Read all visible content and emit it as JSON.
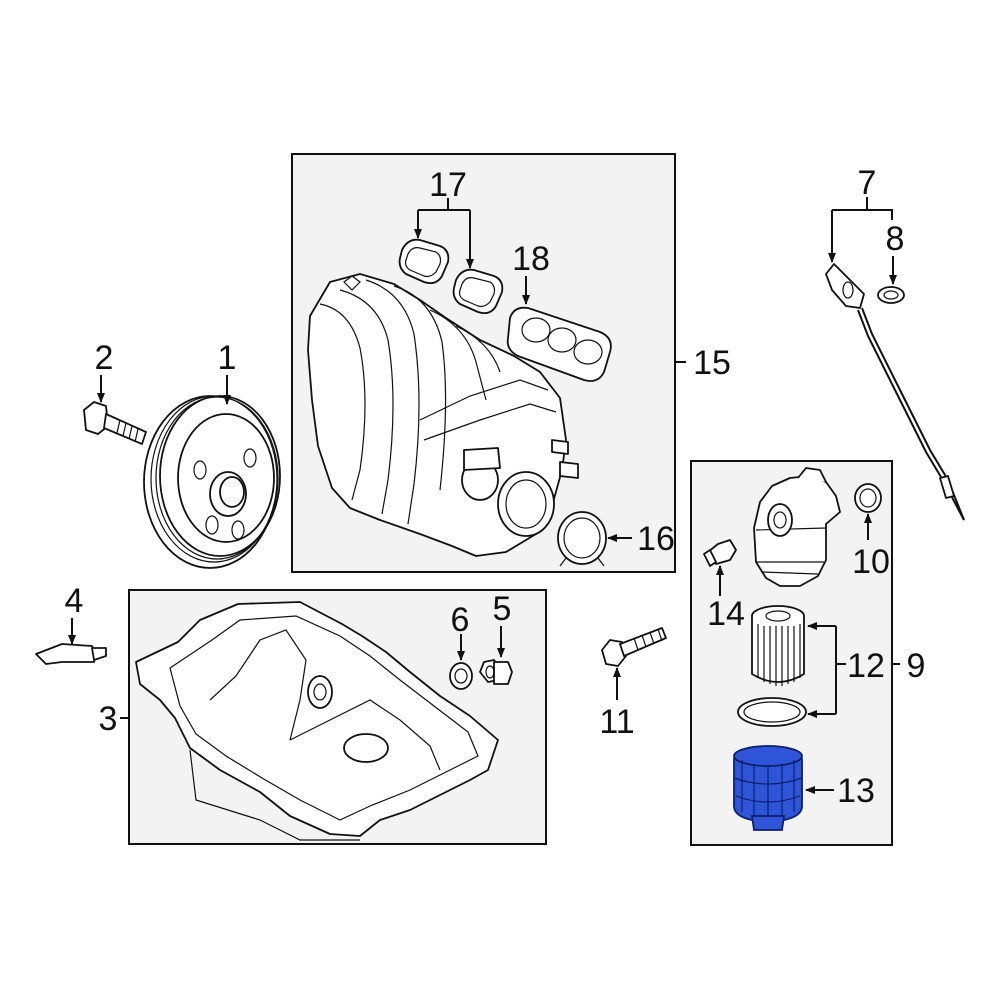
{
  "labels": {
    "l1": "1",
    "l2": "2",
    "l3": "3",
    "l4": "4",
    "l5": "5",
    "l6": "6",
    "l7": "7",
    "l8": "8",
    "l9": "9",
    "l10": "10",
    "l11": "11",
    "l12": "12",
    "l13": "13",
    "l14": "14",
    "l15": "15",
    "l16": "16",
    "l17": "17",
    "l18": "18"
  },
  "colors": {
    "highlight": "#2e55d8",
    "group_box": "#f3f3f3",
    "line": "#111111"
  },
  "highlighted_part": "13"
}
